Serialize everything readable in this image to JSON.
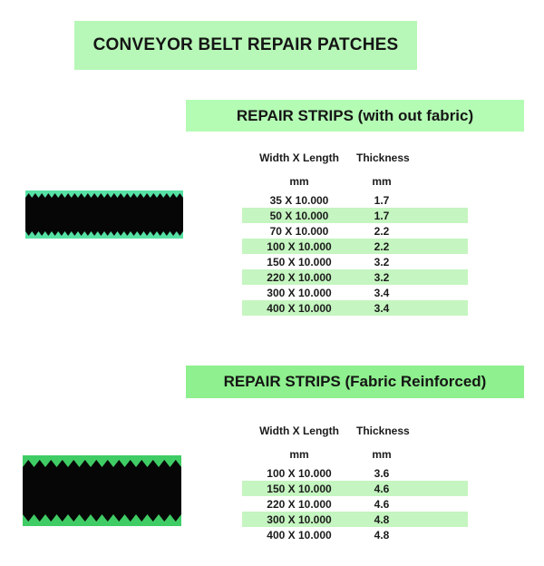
{
  "title": {
    "text": "CONVEYOR BELT REPAIR PATCHES",
    "bg": "#b7f7b7"
  },
  "colors": {
    "header_without_fabric_bg": "#b4fcb4",
    "header_fabric_bg": "#8ef08e",
    "row_highlight": "#c5f5c0",
    "text": "#1b1b1b"
  },
  "sections": [
    {
      "header": "REPAIR STRIPS (with out fabric)",
      "columns": [
        "Width X Length",
        "Thickness"
      ],
      "units": [
        "mm",
        "mm"
      ],
      "rows": [
        {
          "size": "35 X 10.000",
          "thickness": "1.7",
          "highlight": false
        },
        {
          "size": "50 X 10.000",
          "thickness": "1.7",
          "highlight": true
        },
        {
          "size": "70 X 10.000",
          "thickness": "2.2",
          "highlight": false
        },
        {
          "size": "100 X 10.000",
          "thickness": "2.2",
          "highlight": true
        },
        {
          "size": "150 X 10.000",
          "thickness": "3.2",
          "highlight": false
        },
        {
          "size": "220 X 10.000",
          "thickness": "3.2",
          "highlight": true
        },
        {
          "size": "300 X 10.000",
          "thickness": "3.4",
          "highlight": false
        },
        {
          "size": "400 X 10.000",
          "thickness": "3.4",
          "highlight": true
        }
      ],
      "image": {
        "name": "plain-repair-strip-image",
        "background": "#56e2a4",
        "strip": "#060606"
      }
    },
    {
      "header": "REPAIR STRIPS (Fabric Reinforced)",
      "columns": [
        "Width X Length",
        "Thickness"
      ],
      "units": [
        "mm",
        "mm"
      ],
      "rows": [
        {
          "size": "100 X 10.000",
          "thickness": "3.6",
          "highlight": false
        },
        {
          "size": "150 X 10.000",
          "thickness": "4.6",
          "highlight": true
        },
        {
          "size": "220 X 10.000",
          "thickness": "4.6",
          "highlight": false
        },
        {
          "size": "300 X 10.000",
          "thickness": "4.8",
          "highlight": true
        },
        {
          "size": "400 X 10.000",
          "thickness": "4.8",
          "highlight": false
        }
      ],
      "image": {
        "name": "fabric-repair-strip-image",
        "background": "#3fcc64",
        "strip": "#060606"
      }
    }
  ]
}
